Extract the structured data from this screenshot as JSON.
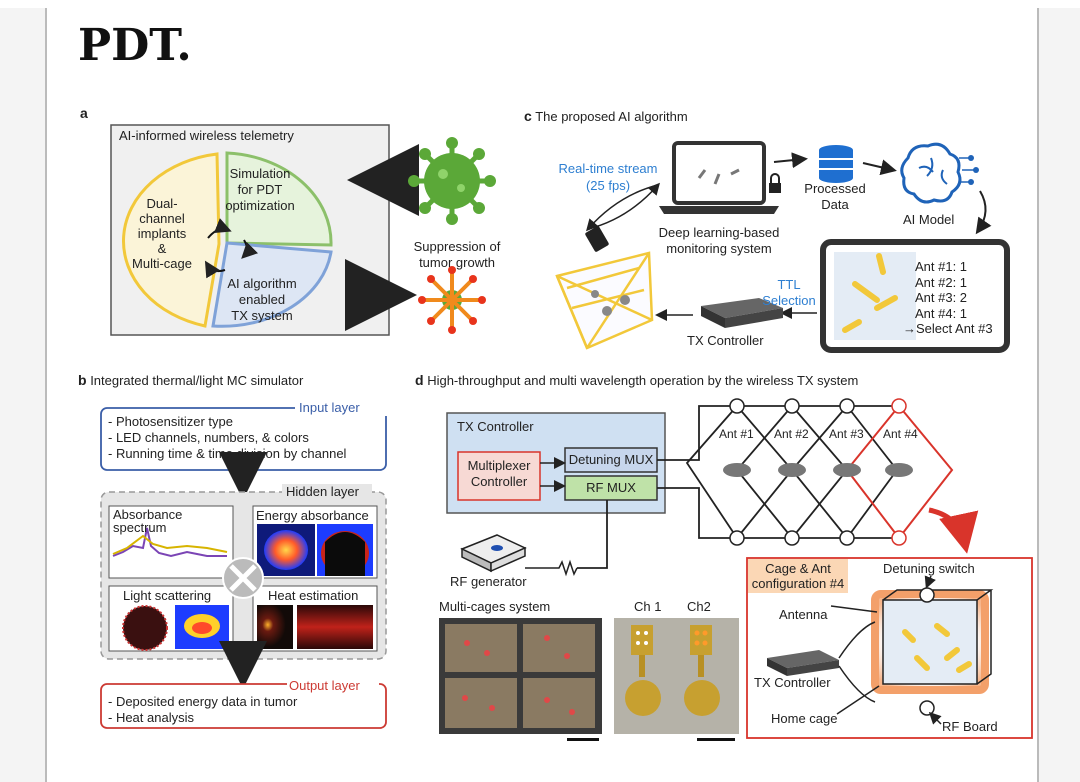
{
  "page_title": "PDT.",
  "panel_a": {
    "letter": "a",
    "box_title": "AI-informed wireless telemetry",
    "simulation": "Simulation\nfor PDT\noptimization",
    "dual_channel": "Dual-\nchannel\nimplants\n&\nMulti-cage",
    "ai_algorithm": "AI algorithm\nenabled\nTX system",
    "suppression": "Suppression of\ntumor growth"
  },
  "panel_b": {
    "letter": "b",
    "title": "Integrated thermal/light MC simulator",
    "input_layer": "Input layer",
    "input_items": [
      "- Photosensitizer type",
      "- LED channels, numbers, & colors",
      "- Running time & time division by channel"
    ],
    "hidden_layer": "Hidden layer",
    "absorbance": "Absorbance\n    spectrum",
    "energy_absorbance": "Energy absorbance",
    "light_scattering": "Light scattering",
    "heat_estimation": "Heat estimation",
    "output_layer": "Output layer",
    "output_items": [
      "- Deposited energy data in tumor",
      "- Heat analysis"
    ]
  },
  "panel_c": {
    "letter": "c",
    "title": "The proposed AI algorithm",
    "realtime": "Real-time stream\n(25 fps)",
    "processed": "Processed\nData",
    "ai_model": "AI Model",
    "deep_learning": "Deep learning-based\nmonitoring system",
    "ttl": "TTL\nSelection",
    "tx_controller": "TX Controller",
    "ant_lines": [
      "Ant #1: 1",
      "Ant #2: 1",
      "Ant #3: 2",
      "Ant #4: 1",
      "→Select Ant #3"
    ]
  },
  "panel_d": {
    "letter": "d",
    "title": "High-throughput and multi wavelength operation by the wireless TX system",
    "tx_controller": "TX Controller",
    "multiplexer": "Multiplexer\nController",
    "detuning_mux": "Detuning MUX",
    "rf_mux": "RF MUX",
    "ants": [
      "Ant #1",
      "Ant #2",
      "Ant #3",
      "Ant #4"
    ],
    "rf_generator": "RF generator",
    "multicages": "Multi-cages system",
    "ch1": "Ch 1",
    "ch2": "Ch2",
    "cage_ant": "Cage & Ant\nconfiguration #4",
    "detuning_switch": "Detuning switch",
    "antenna": "Antenna",
    "tx_controller2": "TX Controller",
    "home_cage": "Home cage",
    "rf_board": "RF Board"
  },
  "colors": {
    "green": "#8cc06a",
    "yellow": "#f2c83a",
    "blue": "#7fa2d8",
    "red": "#d9342b",
    "tx_box": "#cfe0f2",
    "output_red": "#cc3a33",
    "input_blue": "#3a5ea8",
    "stream_blue": "#2e7fd1"
  }
}
